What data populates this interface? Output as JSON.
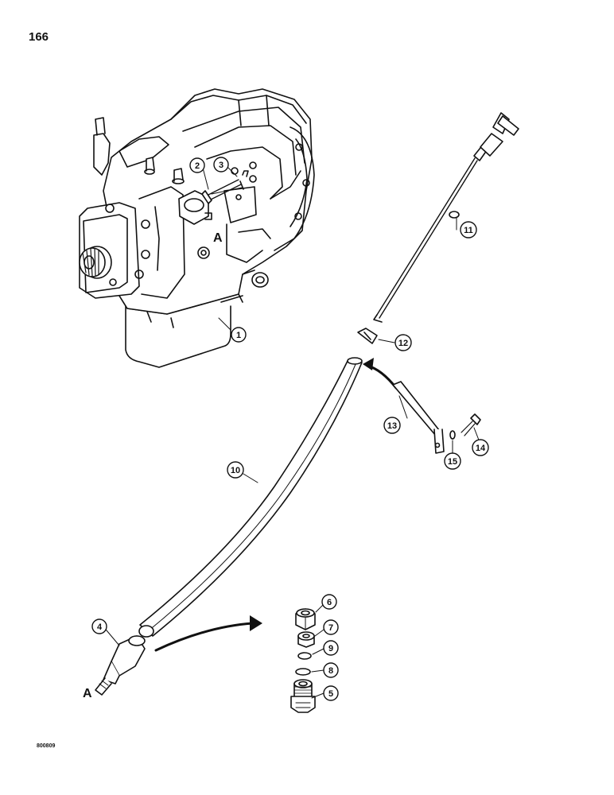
{
  "page": {
    "number": "166",
    "figure_code": "800809"
  },
  "callouts": [
    {
      "id": "c1",
      "label": "1"
    },
    {
      "id": "c2",
      "label": "2"
    },
    {
      "id": "c3",
      "label": "3"
    },
    {
      "id": "c4",
      "label": "4"
    },
    {
      "id": "c5",
      "label": "5"
    },
    {
      "id": "c6",
      "label": "6"
    },
    {
      "id": "c7",
      "label": "7"
    },
    {
      "id": "c8",
      "label": "8"
    },
    {
      "id": "c9",
      "label": "9"
    },
    {
      "id": "c10",
      "label": "10"
    },
    {
      "id": "c11",
      "label": "11"
    },
    {
      "id": "c12",
      "label": "12"
    },
    {
      "id": "c13",
      "label": "13"
    },
    {
      "id": "c14",
      "label": "14"
    },
    {
      "id": "c15",
      "label": "15"
    }
  ],
  "reference_marks": {
    "port_mark": "A",
    "fitting_mark": "A"
  }
}
